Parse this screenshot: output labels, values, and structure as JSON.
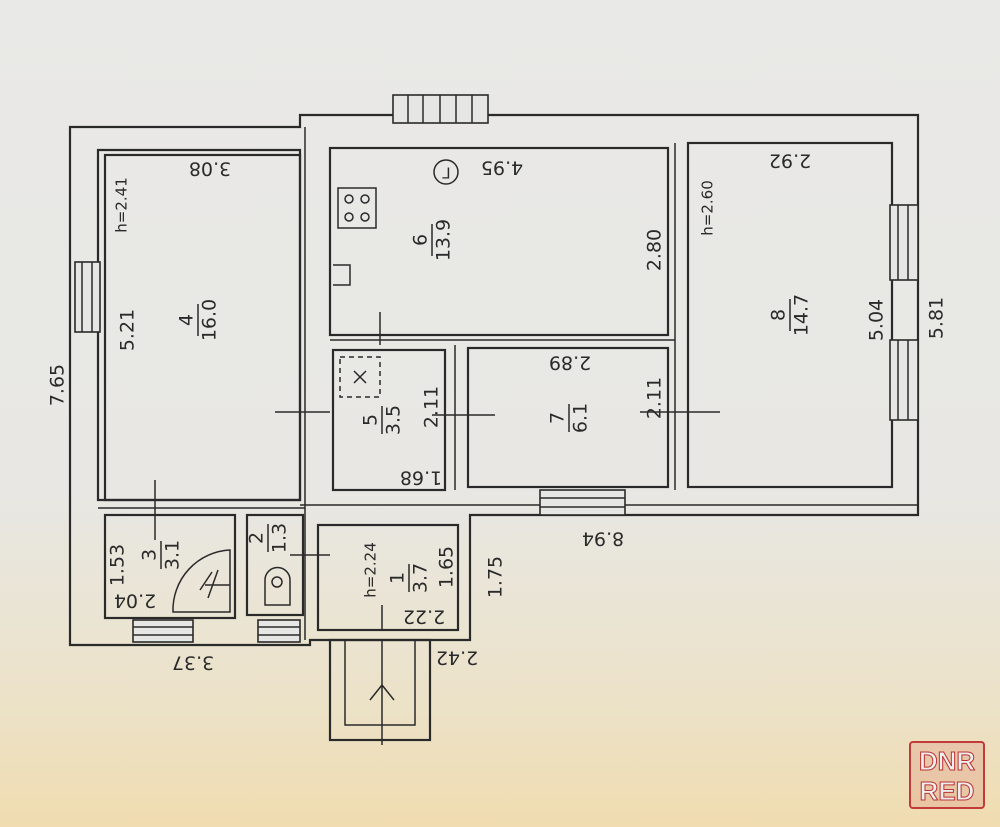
{
  "title_marker": "Г",
  "rooms": [
    {
      "number": "1",
      "area": "3.7",
      "height": "h=2.24"
    },
    {
      "number": "2",
      "area": "1.3"
    },
    {
      "number": "3",
      "area": "3.1"
    },
    {
      "number": "4",
      "area": "16.0",
      "height": "h=2.41"
    },
    {
      "number": "5",
      "area": "3.5"
    },
    {
      "number": "6",
      "area": "13.9"
    },
    {
      "number": "7",
      "area": "6.1"
    },
    {
      "number": "8",
      "area": "14.7",
      "height": "h=2.60"
    }
  ],
  "dimensions": {
    "d308": "3.08",
    "d521": "5.21",
    "d765": "7.65",
    "d495": "4.95",
    "d280": "2.80",
    "d292": "2.92",
    "d504": "5.04",
    "d581": "5.81",
    "d211a": "2.11",
    "d289": "2.89",
    "d211b": "2.11",
    "d168": "1.68",
    "d894": "8.94",
    "d153": "1.53",
    "d204": "2.04",
    "d165": "1.65",
    "d175": "1.75",
    "d222": "2.22",
    "d242": "2.42",
    "d337": "3.37"
  },
  "watermark": {
    "line1": "DNR",
    "line2": "RED"
  }
}
